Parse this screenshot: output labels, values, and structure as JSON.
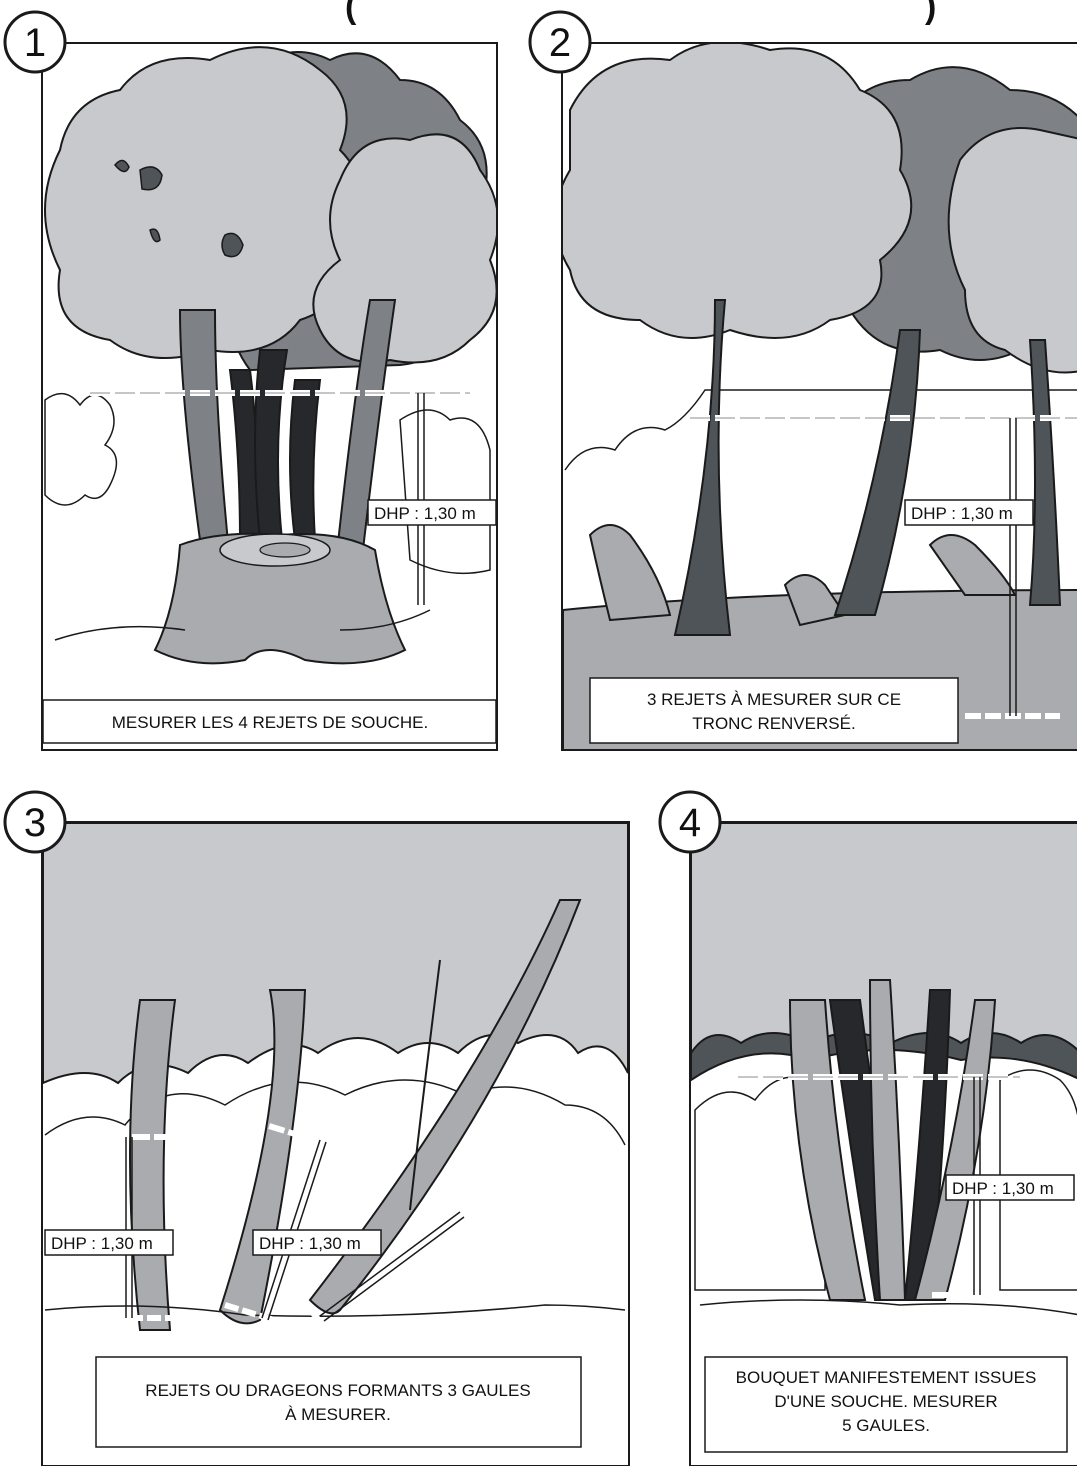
{
  "header_fragment": "(",
  "header_fragment_2": ")",
  "colors": {
    "foliage_light": "#c8c9cc",
    "foliage_mid": "#7e8287",
    "foliage_dark": "#4f5459",
    "trunk_black": "#26282b",
    "ground": "#a9abae",
    "outline": "#1a1a1a"
  },
  "panels": [
    {
      "number": "1",
      "dhp_labels": [
        "DHP : 1,30 m"
      ],
      "caption_lines": [
        "MESURER LES 4 REJETS DE SOUCHE."
      ]
    },
    {
      "number": "2",
      "dhp_labels": [
        "DHP : 1,30 m"
      ],
      "caption_lines": [
        "3 REJETS À MESURER SUR CE",
        "TRONC RENVERSÉ."
      ]
    },
    {
      "number": "3",
      "dhp_labels": [
        "DHP : 1,30 m",
        "DHP : 1,30 m"
      ],
      "caption_lines": [
        "REJETS OU DRAGEONS FORMANTS 3 GAULES",
        "À MESURER."
      ]
    },
    {
      "number": "4",
      "dhp_labels": [
        "DHP : 1,30 m"
      ],
      "caption_lines": [
        "BOUQUET MANIFESTEMENT ISSUES",
        "D'UNE SOUCHE. MESURER",
        "5 GAULES."
      ]
    }
  ]
}
